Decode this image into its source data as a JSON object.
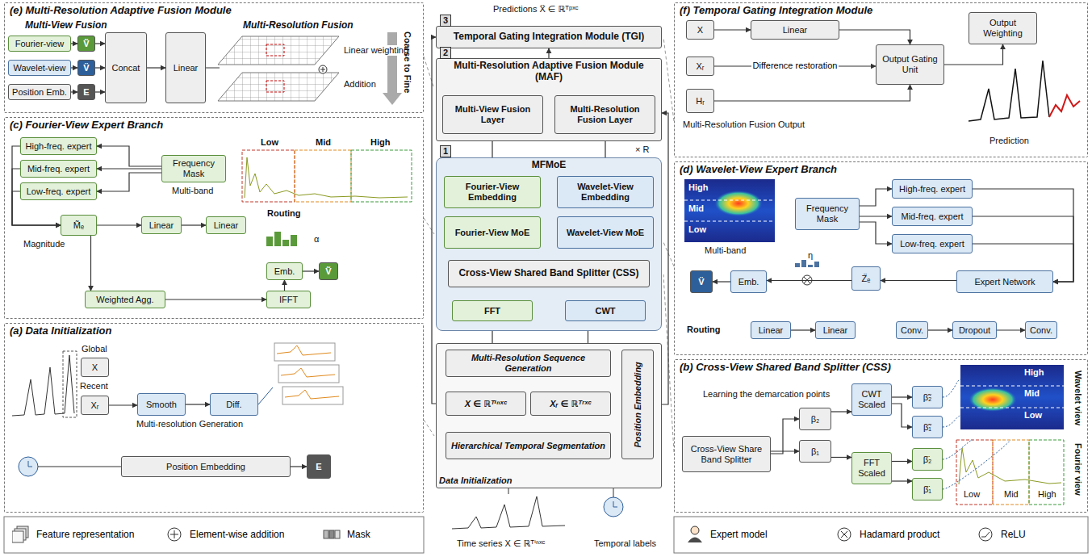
{
  "diagram": {
    "nodes": [
      {
        "text": [
          "(e) Multi-Resolution Adaptive Fusion Module"
        ]
      },
      {
        "text": [
          "Fourier-view"
        ],
        "in": 0
      },
      {
        "text": [
          "Ṽ"
        ],
        "in": 0
      },
      {
        "text": [
          "Wavelet-view"
        ],
        "in": 0
      },
      {
        "text": [
          "V̈"
        ],
        "in": 0
      },
      {
        "text": [
          "Position Emb."
        ],
        "in": 0
      },
      {
        "text": [
          "E"
        ],
        "in": 0
      },
      {
        "text": [
          "Concat"
        ],
        "in": 0
      },
      {
        "text": [
          "Linear"
        ],
        "in": 0
      },
      {
        "text": [
          "(c) Fourier-View Expert Branch"
        ]
      },
      {
        "text": [
          "High-freq. expert"
        ],
        "in": 9
      },
      {
        "text": [
          "Mid-freq. expert"
        ],
        "in": 9
      },
      {
        "text": [
          "Low-freq. expert"
        ],
        "in": 9
      },
      {
        "text": [
          "Frequency Mask"
        ],
        "in": 9
      },
      {
        "text": [
          "M̃ₑ"
        ],
        "in": 9
      },
      {
        "text": [
          "Linear"
        ],
        "in": 9
      },
      {
        "text": [
          "Linear"
        ],
        "in": 9
      },
      {
        "text": [
          "Emb."
        ],
        "in": 9
      },
      {
        "text": [
          "Ṽ"
        ],
        "in": 9
      },
      {
        "text": [
          "Weighted Agg."
        ],
        "in": 9
      },
      {
        "text": [
          "IFFT"
        ],
        "in": 9
      },
      {
        "text": [
          "(a) Data Initialization"
        ]
      },
      {
        "text": [
          "X"
        ],
        "in": 21
      },
      {
        "text": [
          "Xᵣ"
        ],
        "in": 21
      },
      {
        "text": [
          "Smooth"
        ],
        "in": 21
      },
      {
        "text": [
          "Diff."
        ],
        "in": 21
      },
      {
        "text": [
          "Position Embedding"
        ],
        "in": 21
      },
      {
        "text": [
          "E"
        ],
        "in": 21
      },
      {
        "text": [
          "Temporal Gating Integration Module (TGI)"
        ]
      },
      {
        "text": [
          "Multi-Resolution Adaptive Fusion Module (MAF)"
        ]
      },
      {
        "text": [
          "Multi-View Fusion Layer"
        ],
        "in": 29
      },
      {
        "text": [
          "Multi-Resolution Fusion Layer"
        ],
        "in": 29
      },
      {
        "text": [
          "MFMoE"
        ]
      },
      {
        "text": [
          "Fourier-View Embedding"
        ],
        "in": 32
      },
      {
        "text": [
          "Fourier-View MoE"
        ],
        "in": 32
      },
      {
        "text": [
          "Wavelet-View Embedding"
        ],
        "in": 32
      },
      {
        "text": [
          "Wavelet-View MoE"
        ],
        "in": 32
      },
      {
        "text": [
          "Cross-View Shared Band Splitter (CSS)"
        ],
        "in": 32
      },
      {
        "text": [
          "FFT"
        ],
        "in": 32
      },
      {
        "text": [
          "CWT"
        ],
        "in": 32
      },
      {
        "text": [
          "Data Initialization"
        ]
      },
      {
        "text": [
          "Multi-Resolution Sequence Generation"
        ],
        "in": 40
      },
      {
        "text": [
          "X ∈ ℝᵀⁱⁿˣᶜ"
        ],
        "in": 40
      },
      {
        "text": [
          "Xᵣ ∈ ℝᵀʳˣᶜ"
        ],
        "in": 40
      },
      {
        "text": [
          "Hierarchical Temporal Segmentation"
        ],
        "in": 40
      },
      {
        "text": [
          "Position Embedding"
        ],
        "in": 40
      },
      {
        "text": [
          "(f) Temporal Gating Integration Module"
        ]
      },
      {
        "text": [
          "X"
        ],
        "in": 46
      },
      {
        "text": [
          "Linear"
        ],
        "in": 46
      },
      {
        "text": [
          "Xᵣ"
        ],
        "in": 46
      },
      {
        "text": [
          "Hᵣ"
        ],
        "in": 46
      },
      {
        "text": [
          "Output Gating Unit"
        ],
        "in": 46
      },
      {
        "text": [
          "Output Weighting"
        ],
        "in": 46
      },
      {
        "text": [
          "(d) Wavelet-View Expert Branch"
        ]
      },
      {
        "text": [
          "Frequency Mask"
        ],
        "in": 53
      },
      {
        "text": [
          "High-freq. expert"
        ],
        "in": 53
      },
      {
        "text": [
          "Mid-freq. expert"
        ],
        "in": 53
      },
      {
        "text": [
          "Low-freq. expert"
        ],
        "in": 53
      },
      {
        "text": [
          "V̈"
        ],
        "in": 53
      },
      {
        "text": [
          "Emb."
        ],
        "in": 53
      },
      {
        "text": [
          "Z̈ₑ"
        ],
        "in": 53
      },
      {
        "text": [
          "Expert Network"
        ],
        "in": 53
      },
      {
        "text": [
          "Linear"
        ],
        "in": 53
      },
      {
        "text": [
          "Linear"
        ],
        "in": 53
      },
      {
        "text": [
          "Conv."
        ],
        "in": 53
      },
      {
        "text": [
          "Dropout"
        ],
        "in": 53
      },
      {
        "text": [
          "Conv."
        ],
        "in": 53
      },
      {
        "text": [
          "(b) Cross-View Shared Band Splitter (CSS)"
        ]
      },
      {
        "text": [
          "Cross-View Share Band Splitter"
        ],
        "in": 67
      },
      {
        "text": [
          "β₂"
        ],
        "in": 67
      },
      {
        "text": [
          "β₁"
        ],
        "in": 67
      },
      {
        "text": [
          "CWT Scaled"
        ],
        "in": 67
      },
      {
        "text": [
          "FFT Scaled"
        ],
        "in": 67
      },
      {
        "text": [
          "β̃₂"
        ],
        "in": 67
      },
      {
        "text": [
          "β̃₁"
        ],
        "in": 67
      },
      {
        "text": [
          "β̈₂"
        ],
        "in": 67
      },
      {
        "text": [
          "β̈₁"
        ],
        "in": 67
      }
    ],
    "edges": [
      {
        "from": 1,
        "to": 2,
        "arrow": "to"
      },
      {
        "from": 3,
        "to": 4,
        "arrow": "to"
      },
      {
        "from": 5,
        "to": 6,
        "arrow": "to"
      },
      {
        "from": 2,
        "to": 7,
        "arrow": "to"
      },
      {
        "from": 4,
        "to": 7,
        "arrow": "to"
      },
      {
        "from": 6,
        "to": 7,
        "arrow": "to"
      },
      {
        "from": 7,
        "to": 8,
        "arrow": "to"
      },
      {
        "from": 13,
        "to": 10,
        "arrow": "to"
      },
      {
        "from": 13,
        "to": 11,
        "arrow": "to"
      },
      {
        "from": 13,
        "to": 12,
        "arrow": "to"
      },
      {
        "from": 10,
        "to": 14,
        "arrow": "to"
      },
      {
        "from": 11,
        "to": 14,
        "arrow": "to"
      },
      {
        "from": 12,
        "to": 14,
        "arrow": "to"
      },
      {
        "from": 14,
        "to": 15,
        "arrow": "to"
      },
      {
        "from": 15,
        "to": 16,
        "arrow": "to"
      },
      {
        "from": 14,
        "to": 19,
        "arrow": "to"
      },
      {
        "from": 19,
        "to": 20,
        "arrow": "to"
      },
      {
        "from": 20,
        "to": 17,
        "arrow": "to"
      },
      {
        "from": 17,
        "to": 18,
        "arrow": "to"
      },
      {
        "from": 23,
        "to": 24,
        "arrow": "to"
      },
      {
        "from": 24,
        "to": 25,
        "arrow": "to"
      },
      {
        "from": 26,
        "to": 27,
        "arrow": "to"
      },
      {
        "from": 44,
        "to": 42,
        "arrow": "to"
      },
      {
        "from": 44,
        "to": 43,
        "arrow": "to"
      },
      {
        "from": 42,
        "to": 41,
        "arrow": "to"
      },
      {
        "from": 43,
        "to": 41,
        "arrow": "to"
      },
      {
        "from": 41,
        "to": 38,
        "arrow": "to"
      },
      {
        "from": 41,
        "to": 39,
        "arrow": "to"
      },
      {
        "from": 38,
        "to": 37,
        "arrow": "to"
      },
      {
        "from": 39,
        "to": 37,
        "arrow": "to"
      },
      {
        "from": 37,
        "to": 34,
        "arrow": "to"
      },
      {
        "from": 37,
        "to": 36,
        "arrow": "to"
      },
      {
        "from": 34,
        "to": 33,
        "arrow": "to"
      },
      {
        "from": 36,
        "to": 35,
        "arrow": "to"
      },
      {
        "from": 33,
        "to": 30,
        "arrow": "to"
      },
      {
        "from": 35,
        "to": 31,
        "arrow": "to"
      },
      {
        "from": 29,
        "to": 28,
        "arrow": "to"
      },
      {
        "from": 42,
        "to": 28,
        "arrow": "to"
      },
      {
        "from": 45,
        "to": 29,
        "arrow": "to"
      },
      {
        "from": 47,
        "to": 48,
        "arrow": "to"
      },
      {
        "from": 48,
        "to": 51,
        "arrow": "to"
      },
      {
        "from": 49,
        "to": 51,
        "label": "Difference restoration",
        "arrow": "to"
      },
      {
        "from": 50,
        "to": 51,
        "arrow": "to"
      },
      {
        "from": 51,
        "to": 52,
        "arrow": "to"
      },
      {
        "from": 54,
        "to": 55,
        "arrow": "to"
      },
      {
        "from": 54,
        "to": 56,
        "arrow": "to"
      },
      {
        "from": 54,
        "to": 57,
        "arrow": "to"
      },
      {
        "from": 55,
        "to": 61,
        "arrow": "to"
      },
      {
        "from": 56,
        "to": 61,
        "arrow": "to"
      },
      {
        "from": 57,
        "to": 61,
        "arrow": "to"
      },
      {
        "from": 61,
        "to": 60,
        "arrow": "to"
      },
      {
        "from": 60,
        "to": 59,
        "arrow": "to"
      },
      {
        "from": 59,
        "to": 58,
        "arrow": "to"
      },
      {
        "from": 62,
        "to": 63,
        "arrow": "to"
      },
      {
        "from": 64,
        "to": 65,
        "arrow": "to"
      },
      {
        "from": 65,
        "to": 66,
        "arrow": "to"
      },
      {
        "from": 68,
        "to": 69,
        "arrow": "to"
      },
      {
        "from": 68,
        "to": 70,
        "arrow": "to"
      },
      {
        "from": 69,
        "to": 71,
        "arrow": "to"
      },
      {
        "from": 70,
        "to": 72,
        "arrow": "to"
      },
      {
        "from": 71,
        "to": 73,
        "arrow": "to"
      },
      {
        "from": 71,
        "to": 74,
        "arrow": "to"
      },
      {
        "from": 72,
        "to": 75,
        "arrow": "to"
      },
      {
        "from": 72,
        "to": 76,
        "arrow": "to"
      }
    ],
    "labels": [
      "Predictions Ẍ ∈ ℝᵀᵖˣᶜ",
      "3",
      "2",
      "× R",
      "1",
      "Time series X ∈ ℝᵀⁱⁿˣᶜ",
      "Temporal labels",
      "Multi-View Fusion",
      "Multi-Resolution Fusion",
      "Linear weighting",
      "Addition",
      "Coarse to Fine",
      "Low",
      "Mid",
      "High",
      "Multi-band",
      "Magnitude",
      "Routing",
      "α",
      "Global",
      "Recent",
      "Multi-resolution Generation",
      "Multi-Resolution Fusion Output",
      "Prediction",
      "High",
      "Mid",
      "Low",
      "Multi-band",
      "η",
      "Routing",
      "Learning the demarcation points",
      "High",
      "Mid",
      "Low",
      "Wavelet view",
      "Low",
      "Mid",
      "High",
      "Fourier view"
    ],
    "legend": [
      {
        "text": "Feature representation"
      },
      {
        "text": "Element-wise addition"
      },
      {
        "text": "Mask"
      },
      {
        "text": "Expert model"
      },
      {
        "text": "Hadamard product"
      },
      {
        "text": "ReLU"
      }
    ]
  }
}
